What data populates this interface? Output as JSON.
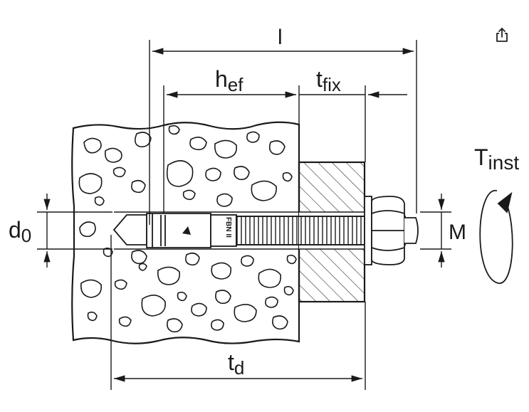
{
  "toolbar": {
    "share_icon": "share-icon"
  },
  "labels": {
    "l": "l",
    "h": "h",
    "h_sub": "ef",
    "t_fix": "t",
    "t_fix_sub": "fix",
    "t_d": "t",
    "t_d_sub": "d",
    "d": "d",
    "d_sub": "0",
    "M": "M",
    "T": "T",
    "T_sub": "inst",
    "anchor_mark": "FBN II"
  },
  "colors": {
    "line": "#1a1a1a",
    "fill": "#ffffff"
  }
}
